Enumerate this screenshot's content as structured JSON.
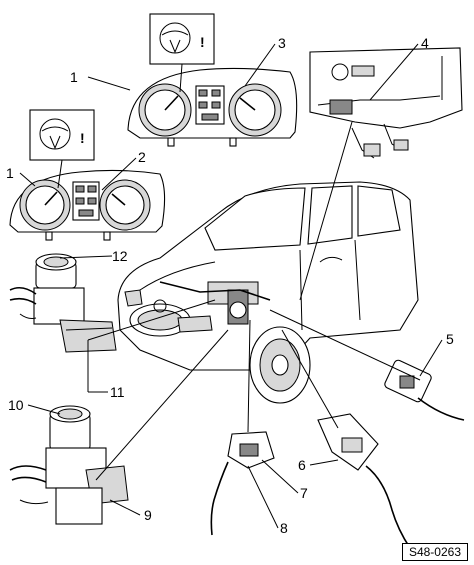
{
  "callouts": [
    {
      "id": "1a",
      "text": "1"
    },
    {
      "id": "1b",
      "text": "1"
    },
    {
      "id": "2",
      "text": "2"
    },
    {
      "id": "3",
      "text": "3"
    },
    {
      "id": "4",
      "text": "4"
    },
    {
      "id": "5",
      "text": "5"
    },
    {
      "id": "6",
      "text": "6"
    },
    {
      "id": "7",
      "text": "7"
    },
    {
      "id": "8",
      "text": "8"
    },
    {
      "id": "9",
      "text": "9"
    },
    {
      "id": "10",
      "text": "10"
    },
    {
      "id": "11",
      "text": "11"
    },
    {
      "id": "12",
      "text": "12"
    }
  ],
  "warning_symbol": "!",
  "reference_code": "S48-0263"
}
